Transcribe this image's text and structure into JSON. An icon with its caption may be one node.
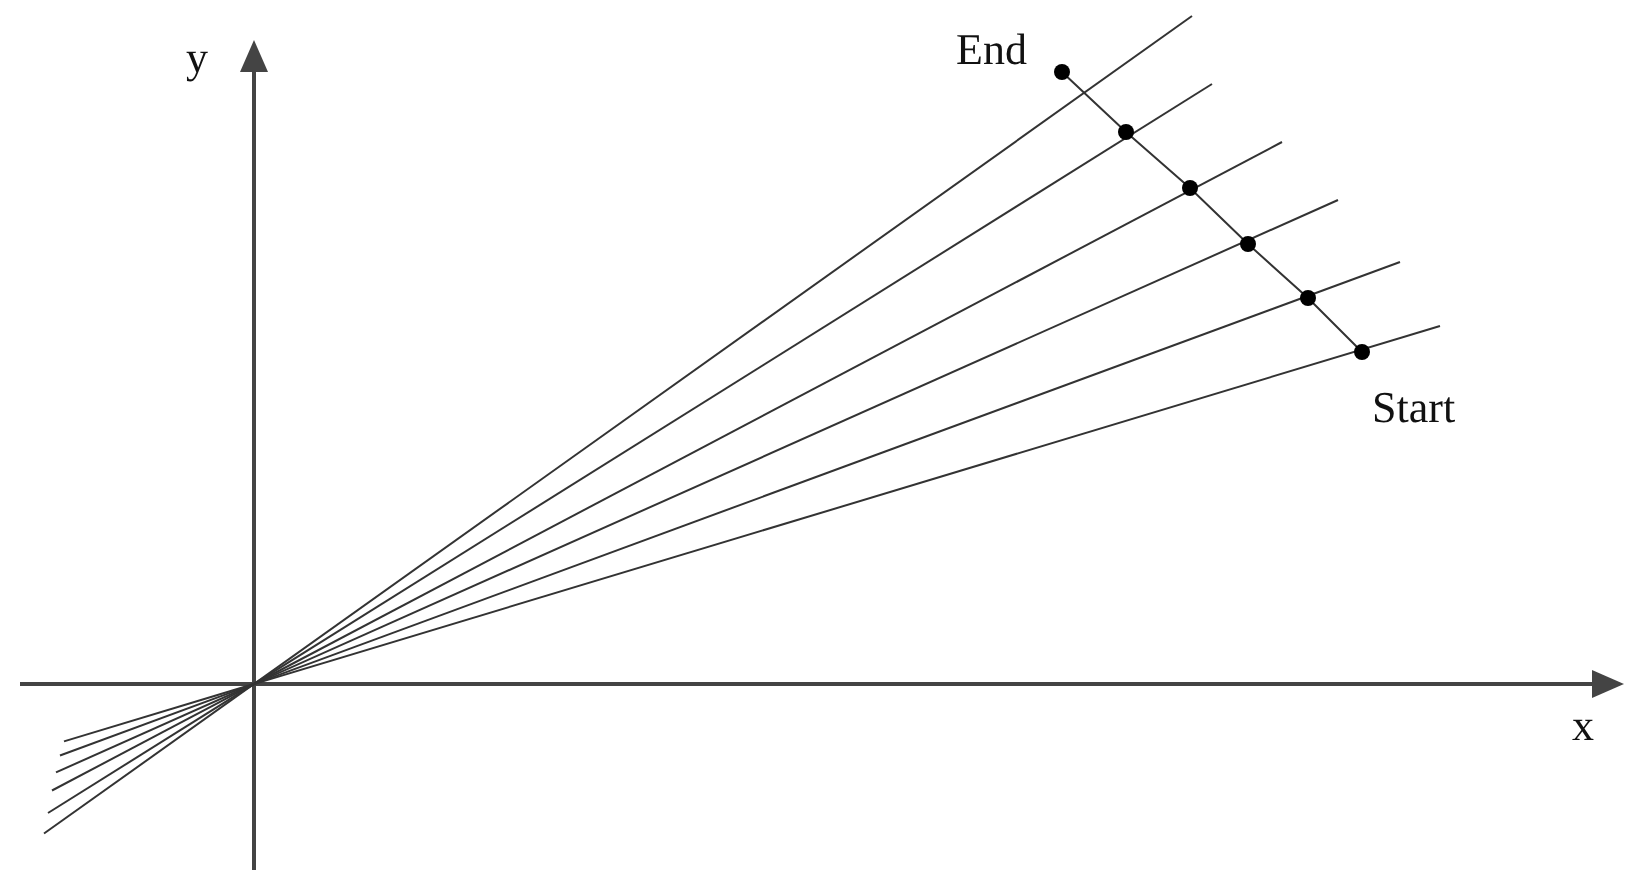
{
  "diagram": {
    "labels": [
      "y",
      "End",
      "Start",
      "x"
    ]
  }
}
